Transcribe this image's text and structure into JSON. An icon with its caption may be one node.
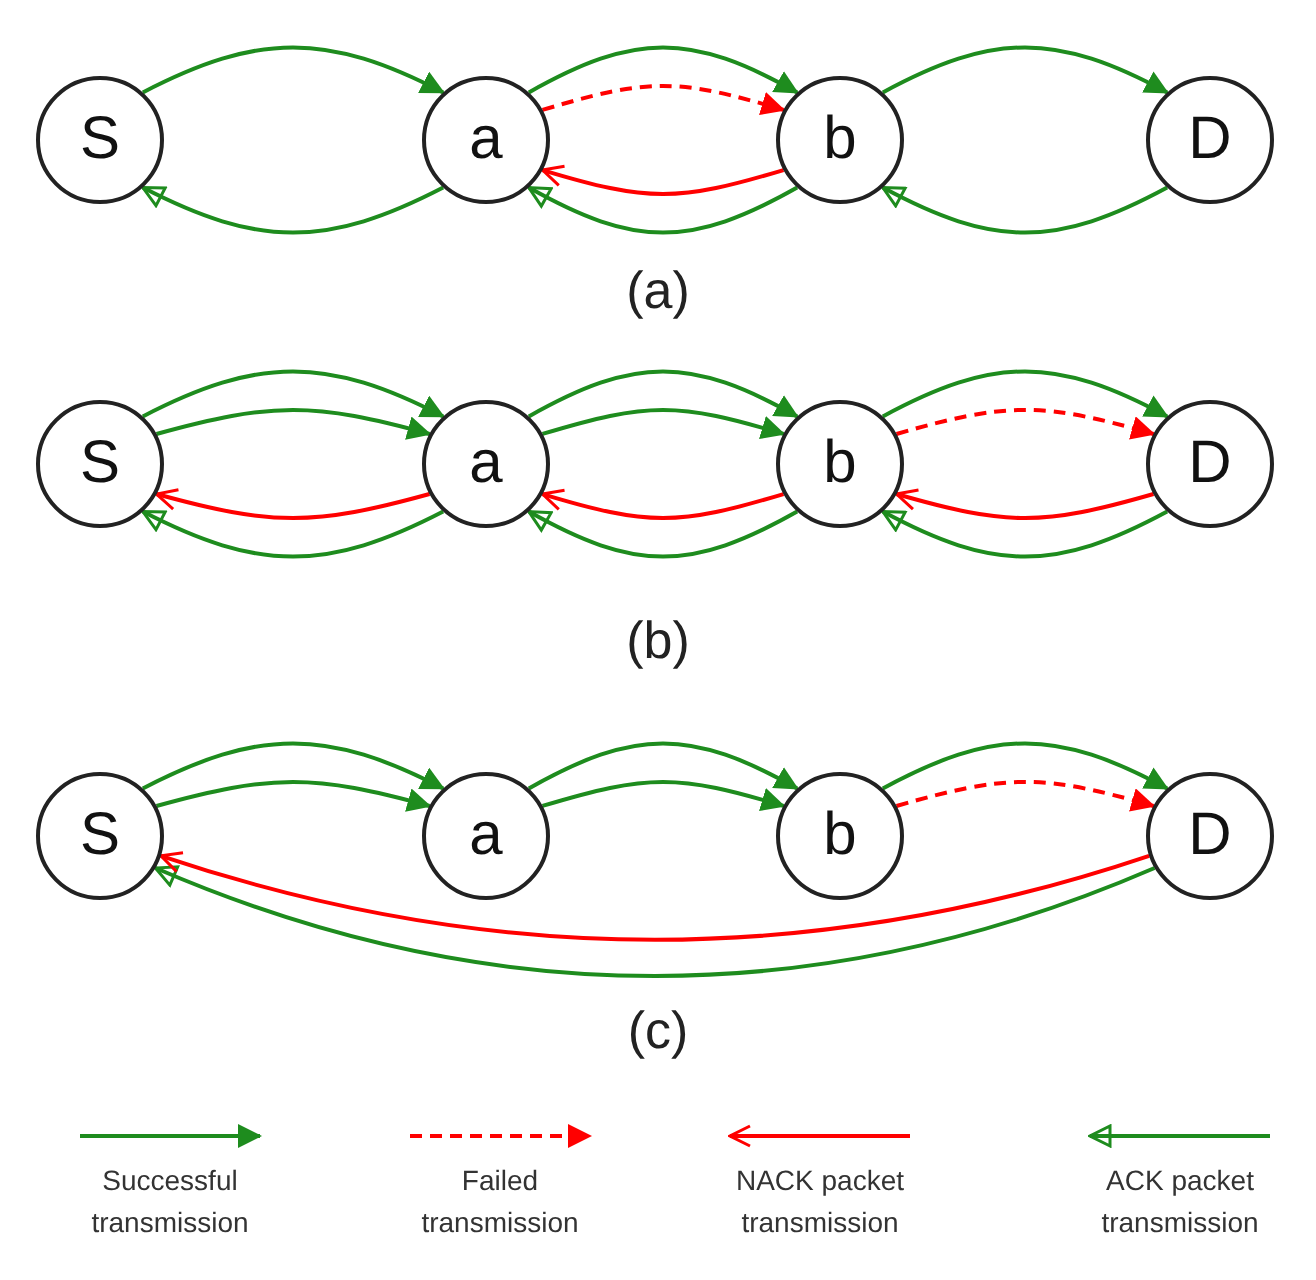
{
  "diagram": {
    "nodes": [
      {
        "text": [
          "S"
        ]
      },
      {
        "text": [
          "a"
        ]
      },
      {
        "text": [
          "b"
        ]
      },
      {
        "text": [
          "D"
        ]
      },
      {
        "text": [
          "S"
        ]
      },
      {
        "text": [
          "a"
        ]
      },
      {
        "text": [
          "b"
        ]
      },
      {
        "text": [
          "D"
        ]
      },
      {
        "text": [
          "S"
        ]
      },
      {
        "text": [
          "a"
        ]
      },
      {
        "text": [
          "b"
        ]
      },
      {
        "text": [
          "D"
        ]
      }
    ],
    "edges": [
      {
        "from": 0,
        "to": 1,
        "arrow": "to"
      },
      {
        "from": 1,
        "to": 2,
        "arrow": "to"
      },
      {
        "from": 1,
        "to": 2,
        "arrow": "to",
        "style": "dashed",
        "color": "#ff0000"
      },
      {
        "from": 1,
        "to": 0,
        "arrow": "to"
      },
      {
        "from": 2,
        "to": 1,
        "arrow": "to"
      },
      {
        "from": 2,
        "to": 1,
        "arrow": "to",
        "color": "#ff0000"
      },
      {
        "from": 2,
        "to": 3,
        "arrow": "to"
      },
      {
        "from": 3,
        "to": 2,
        "arrow": "to"
      },
      {
        "from": 4,
        "to": 5,
        "arrow": "to"
      },
      {
        "from": 4,
        "to": 5,
        "arrow": "to"
      },
      {
        "from": 5,
        "to": 4,
        "arrow": "to"
      },
      {
        "from": 5,
        "to": 4,
        "arrow": "to",
        "color": "#ff0000"
      },
      {
        "from": 5,
        "to": 6,
        "arrow": "to"
      },
      {
        "from": 5,
        "to": 6,
        "arrow": "to"
      },
      {
        "from": 6,
        "to": 5,
        "arrow": "to"
      },
      {
        "from": 6,
        "to": 5,
        "arrow": "to",
        "color": "#ff0000"
      },
      {
        "from": 6,
        "to": 7,
        "arrow": "to"
      },
      {
        "from": 6,
        "to": 7,
        "arrow": "to",
        "style": "dashed",
        "color": "#ff0000"
      },
      {
        "from": 7,
        "to": 6,
        "arrow": "to"
      },
      {
        "from": 7,
        "to": 6,
        "arrow": "to",
        "color": "#ff0000"
      },
      {
        "from": 8,
        "to": 9,
        "arrow": "to"
      },
      {
        "from": 8,
        "to": 9,
        "arrow": "to"
      },
      {
        "from": 9,
        "to": 10,
        "arrow": "to"
      },
      {
        "from": 9,
        "to": 10,
        "arrow": "to"
      },
      {
        "from": 10,
        "to": 11,
        "arrow": "to"
      },
      {
        "from": 10,
        "to": 11,
        "arrow": "to",
        "style": "dashed",
        "color": "#ff0000"
      },
      {
        "from": 11,
        "to": 8,
        "arrow": "to"
      },
      {
        "from": 11,
        "to": 8,
        "arrow": "to",
        "color": "#ff0000"
      }
    ],
    "labels": [
      "(a)",
      "(b)",
      "(c)"
    ],
    "legend": [
      {
        "text": "Successful transmission"
      },
      {
        "text": "Failed transmission"
      },
      {
        "text": "NACK packet transmission"
      },
      {
        "text": "ACK packet transmission"
      }
    ]
  }
}
